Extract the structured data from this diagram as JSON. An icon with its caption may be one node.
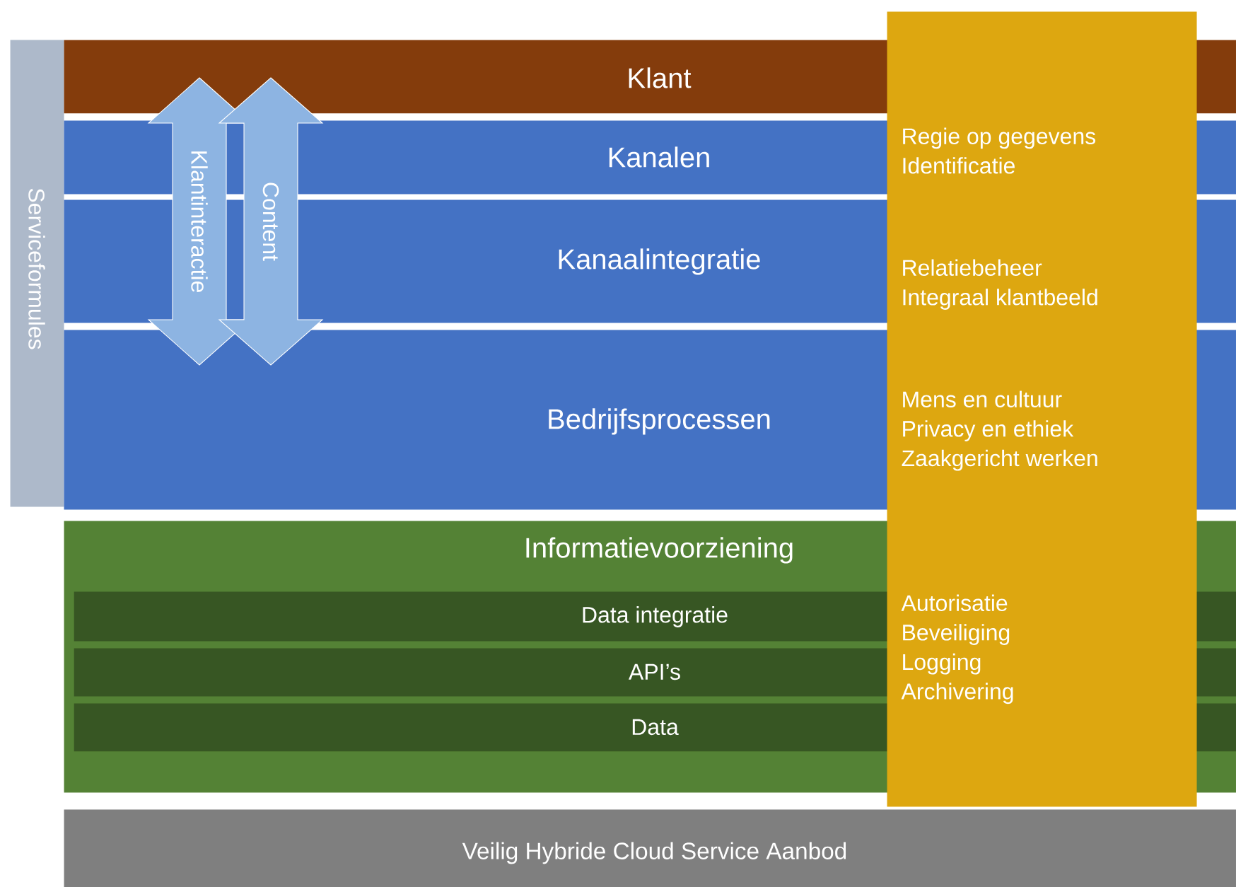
{
  "diagram": {
    "nodes": [
      {
        "text": [
          "Serviceformules"
        ]
      },
      {
        "text": [
          "Klant"
        ]
      },
      {
        "text": [
          "Kanalen"
        ]
      },
      {
        "text": [
          "Kanaalintegratie"
        ]
      },
      {
        "text": [
          "Bedrijfsprocessen"
        ]
      },
      {
        "text": [
          "Informatievoorziening"
        ]
      },
      {
        "text": [
          "Data integratie"
        ],
        "in": 5
      },
      {
        "text": [
          "API’s"
        ],
        "in": 5
      },
      {
        "text": [
          "Data"
        ],
        "in": 5
      },
      {
        "text": [
          "Veilig Hybride Cloud Service Aanbod"
        ]
      },
      {
        "text": [],
        "shape": "bar"
      },
      {
        "text": [
          "Klantinteractie"
        ]
      },
      {
        "text": [
          "Content"
        ]
      },
      {
        "text": [
          "Regie op gegevens",
          "Identificatie"
        ]
      },
      {
        "text": [
          "Relatiebeheer",
          "Integraal klantbeeld"
        ]
      },
      {
        "text": [
          "Mens en cultuur",
          "Privacy en ethiek",
          "Zaakgericht werken"
        ]
      },
      {
        "text": [
          "Autorisatie",
          "Beveiliging",
          "Logging",
          "Archivering"
        ]
      }
    ]
  }
}
